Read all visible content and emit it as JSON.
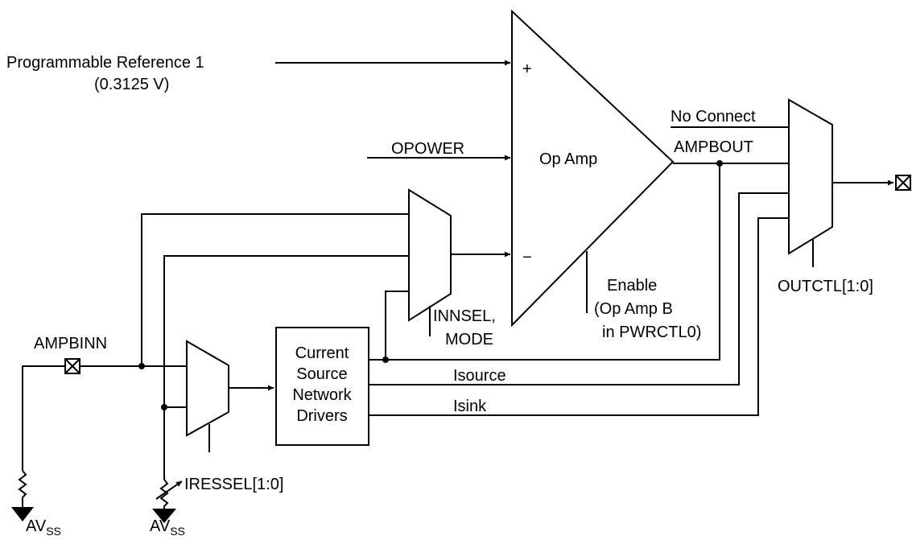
{
  "inputs": {
    "ref_label": "Programmable Reference 1",
    "ref_value": "(0.3125 V)",
    "opower": "OPOWER"
  },
  "opamp": {
    "title": "Op Amp",
    "plus": "+",
    "minus": "−",
    "enable_line1": "Enable",
    "enable_line2": "(Op Amp B",
    "enable_line3": "in PWRCTL0)"
  },
  "output_mux": {
    "no_connect": "No Connect",
    "ampbout": "AMPBOUT",
    "control": "OUTCTL[1:0]"
  },
  "input_mux": {
    "control_line1": "INNSEL,",
    "control_line2": "MODE"
  },
  "current_source": {
    "line1": "Current",
    "line2": "Source",
    "line3": "Network",
    "line4": "Drivers",
    "isource": "Isource",
    "isink": "Isink"
  },
  "pin": {
    "ampbinn": "AMPBINN"
  },
  "resistor_mux": {
    "control": "IRESSEL[1:0]"
  },
  "grounds": [
    {
      "main": "AV",
      "sub": "SS"
    },
    {
      "main": "AV",
      "sub": "SS"
    }
  ]
}
